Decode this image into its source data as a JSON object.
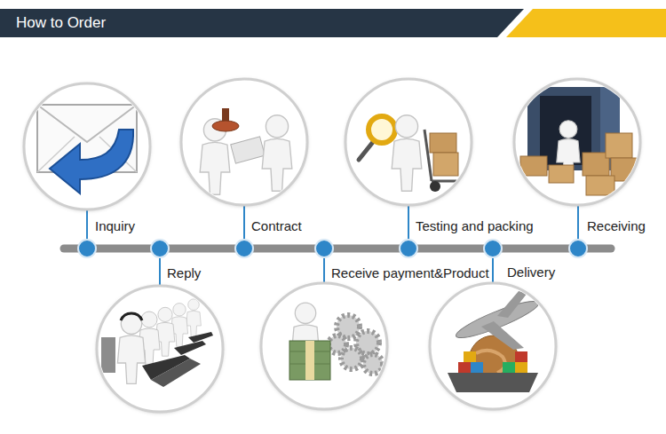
{
  "diagram": {
    "title": "How to Order",
    "labels": [
      "Inquiry",
      "Reply",
      "Contract",
      "Receive payment&Product",
      "Testing and packing",
      "Delivery",
      "Receiving"
    ]
  }
}
